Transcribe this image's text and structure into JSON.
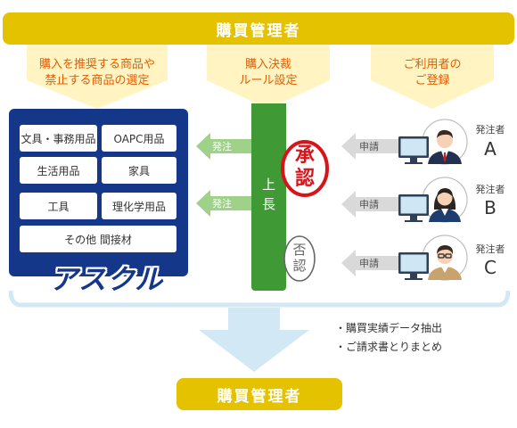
{
  "header": {
    "title": "購買管理者"
  },
  "steps": [
    {
      "lines": [
        "購入を推奨する商品や",
        "禁止する商品の選定"
      ]
    },
    {
      "lines": [
        "購入決裁",
        "ルール設定"
      ]
    },
    {
      "lines": [
        "ご利用者の",
        "ご登録"
      ]
    }
  ],
  "catalog": {
    "categories": [
      "文具・事務用品",
      "OAPC用品",
      "生活用品",
      "家具",
      "工具",
      "理化学用品",
      "その他 間接材"
    ],
    "brand": "アスクル",
    "brand_color": "#14378a"
  },
  "approver": {
    "lines": [
      "上",
      "長"
    ],
    "color": "#3f9a36"
  },
  "stamps": {
    "approve": {
      "chars": [
        "承",
        "認"
      ],
      "color": "#d7141a"
    },
    "reject": {
      "chars": [
        "否",
        "認"
      ],
      "color": "#666666"
    }
  },
  "issue_label": "発注",
  "request_label": "申請",
  "orderers": [
    {
      "label": "発注者",
      "letter": "A",
      "icon": "man-suit-icon"
    },
    {
      "label": "発注者",
      "letter": "B",
      "icon": "woman-icon"
    },
    {
      "label": "発注者",
      "letter": "C",
      "icon": "man-glasses-icon"
    }
  ],
  "outputs": [
    "・購買実績データ抽出",
    "・ご請求書とりまとめ"
  ],
  "footer": {
    "title": "購買管理者"
  },
  "colors": {
    "banner": "#e5c200",
    "chevron": "#fff4c2",
    "step_text": "#e65c00",
    "issue_arrow": "#9fd289",
    "request_arrow": "#d9d9d9",
    "down_arrow": "#d3e8f5"
  }
}
